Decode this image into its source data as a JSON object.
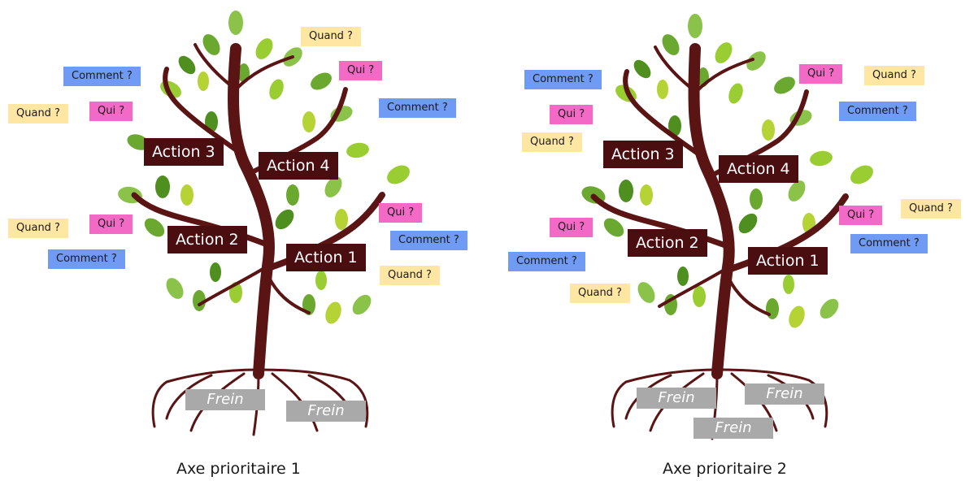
{
  "trees": [
    {
      "actions": [
        "Action 3",
        "Action 4",
        "Action 2",
        "Action 1"
      ],
      "tags": [
        {
          "kind": "quand",
          "text": "Quand ?"
        },
        {
          "kind": "qui",
          "text": "Qui ?"
        },
        {
          "kind": "comment",
          "text": "Comment ?"
        },
        {
          "kind": "comment",
          "text": "Comment ?"
        },
        {
          "kind": "quand",
          "text": "Quand ?"
        },
        {
          "kind": "qui",
          "text": "Qui ?"
        },
        {
          "kind": "quand",
          "text": "Quand ?"
        },
        {
          "kind": "qui",
          "text": "Qui ?"
        },
        {
          "kind": "comment",
          "text": "Comment ?"
        },
        {
          "kind": "qui",
          "text": "Qui ?"
        },
        {
          "kind": "comment",
          "text": "Comment ?"
        },
        {
          "kind": "quand",
          "text": "Quand ?"
        }
      ],
      "freins": [
        "Frein",
        "Frein"
      ],
      "caption": "Axe prioritaire 1"
    },
    {
      "actions": [
        "Action 3",
        "Action 4",
        "Action 2",
        "Action 1"
      ],
      "tags": [
        {
          "kind": "comment",
          "text": "Comment ?"
        },
        {
          "kind": "qui",
          "text": "Qui ?"
        },
        {
          "kind": "quand",
          "text": "Quand ?"
        },
        {
          "kind": "qui",
          "text": "Qui ?"
        },
        {
          "kind": "quand",
          "text": "Quand ?"
        },
        {
          "kind": "comment",
          "text": "Comment ?"
        },
        {
          "kind": "qui",
          "text": "Qui ?"
        },
        {
          "kind": "comment",
          "text": "Comment ?"
        },
        {
          "kind": "quand",
          "text": "Quand ?"
        },
        {
          "kind": "quand",
          "text": "Quand ?"
        },
        {
          "kind": "qui",
          "text": "Qui ?"
        },
        {
          "kind": "comment",
          "text": "Comment ?"
        }
      ],
      "freins": [
        "Frein",
        "Frein",
        "Frein"
      ],
      "caption": "Axe prioritaire 2"
    }
  ]
}
